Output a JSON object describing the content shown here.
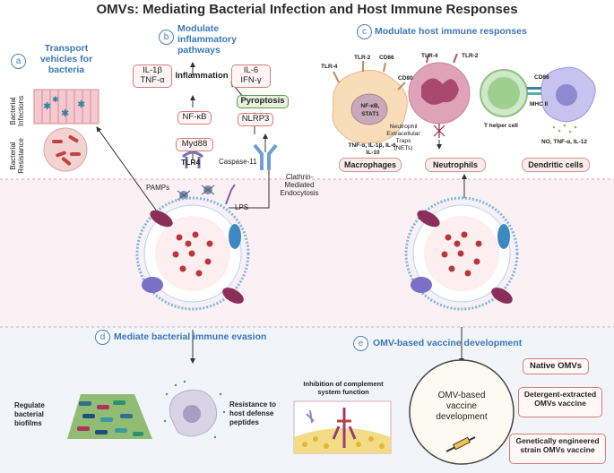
{
  "title": "OMVs: Mediating Bacterial Infection and Host Immune Responses",
  "sections": {
    "a": {
      "letter": "a",
      "title": "Transport vehicles for bacteria",
      "rows": [
        "Bacterial Infections",
        "Bacterial Resistance"
      ]
    },
    "b": {
      "letter": "b",
      "title": "Modulate inflammatory pathways",
      "boxes": {
        "il1b": "IL-1β\nTNF-α",
        "il6": "IL-6\nIFN-γ",
        "nfkb": "NF-κB",
        "myd88": "Myd88",
        "nlrp3": "NLRP3",
        "pyroptosis": "Pyroptosis"
      },
      "labels": {
        "inflammation": "Inflammation",
        "tlr4": "TLR4",
        "caspase": "Caspase-11",
        "clathrin": "Clathrin-\nMediated\nEndocytosis",
        "pamps": "PAMPs",
        "lps": "LPS"
      }
    },
    "c": {
      "letter": "c",
      "title": "Modulate host immune responses",
      "labels": {
        "tlr4a": "TLR-4",
        "tlr2a": "TLR-2",
        "cd86a": "CD86",
        "cd80": "CD80",
        "nfkb": "NF-κB,\nSTAT1",
        "cyto": "TNF-α, IL-1β, IL-6,\nIL-10",
        "tlr4b": "TLR-4",
        "tlr2b": "TLR-2",
        "nets": "Neutrophil\nExtracellular\nTraps\n(NETs)",
        "th": "T helper cell",
        "cd86b": "CD86",
        "mhc": "MHC II",
        "cyto2": "NO, TNF-α, IL-12"
      },
      "pills": [
        "Macrophages",
        "Neutrophils",
        "Dendritic cells"
      ]
    },
    "d": {
      "letter": "d",
      "title": "Mediate bacterial immune evasion",
      "labels": [
        "Regulate bacterial biofilms",
        "Resistance to host defense peptides"
      ]
    },
    "e": {
      "letter": "e",
      "title": "OMV-based vaccine development",
      "inhibition": "Inhibition of complement system function",
      "center": "OMV-based vaccine development",
      "types": [
        "Native OMVs",
        "Detergent-extracted OMVs vaccine",
        "Genetically engineered strain OMVs vaccine"
      ]
    }
  },
  "colors": {
    "accent": "#3b78b6",
    "box_border": "#d77b7b",
    "band_mid": "#fbf1f5",
    "band_bot": "#f1f5fa"
  }
}
